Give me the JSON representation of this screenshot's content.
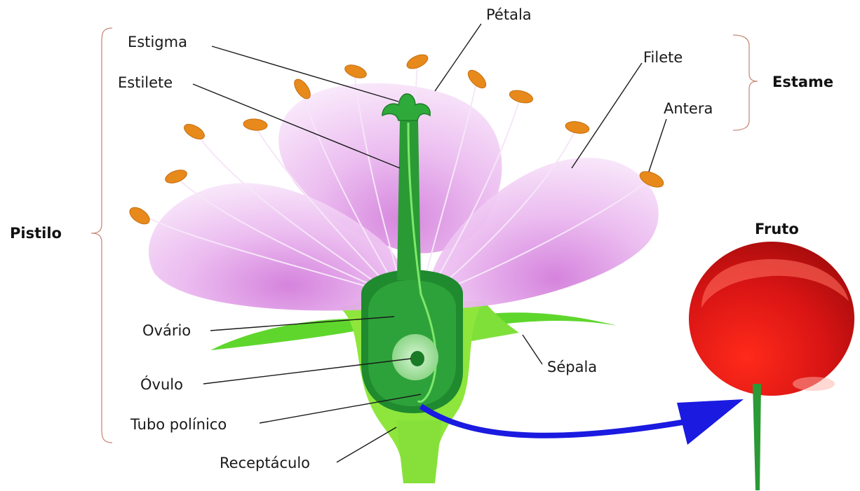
{
  "labels": {
    "petala": "Pétala",
    "estigma": "Estigma",
    "estilete": "Estilete",
    "filete": "Filete",
    "antera": "Antera",
    "estame": "Estame",
    "pistilo": "Pistilo",
    "fruto": "Fruto",
    "ovario": "Ovário",
    "ovulo": "Óvulo",
    "tubo_polinico": "Tubo polínico",
    "sepala": "Sépala",
    "receptaculo": "Receptáculo"
  },
  "colors": {
    "petal": "#e9b6ee",
    "petal_deep": "#d98de0",
    "anther": "#e08a1e",
    "pistil_dark": "#1f8a2e",
    "pistil_mid": "#37b045",
    "sepal": "#8ee03a",
    "fruit": "#e01818",
    "arrow": "#1a1ae0",
    "brace": "#c98a7a"
  }
}
